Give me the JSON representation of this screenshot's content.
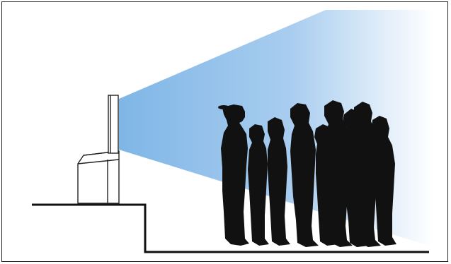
{
  "diagram": {
    "elements": [
      {
        "kind": "speaker-system",
        "description_icon": "column-speaker-icon"
      },
      {
        "kind": "sound-dispersion",
        "icon": "sound-cone-icon"
      },
      {
        "kind": "stage-platform",
        "icon": "stage-icon"
      },
      {
        "kind": "audience",
        "count": 8,
        "icon": "person-silhouette-icon"
      }
    ],
    "colors": {
      "cone_start": "#7fb6e6",
      "cone_end": "#ffffff",
      "silhouette": "#111111",
      "outline": "#222222"
    }
  }
}
